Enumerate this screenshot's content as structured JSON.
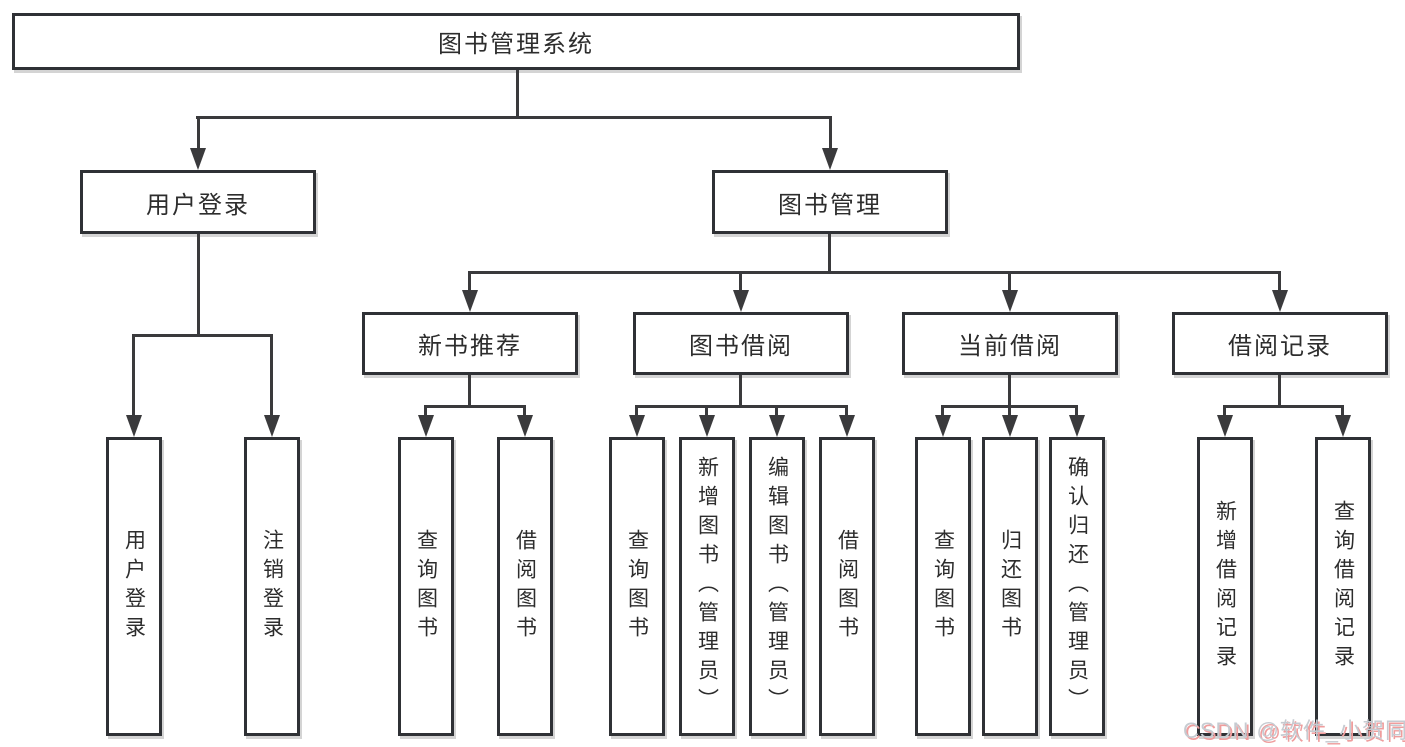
{
  "diagram_type": "hierarchy-tree",
  "root": {
    "label": "图书管理系统"
  },
  "branches": [
    {
      "label": "用户登录",
      "children": [
        {
          "label": "用户登录"
        },
        {
          "label": "注销登录"
        }
      ]
    },
    {
      "label": "图书管理",
      "children": [
        {
          "label": "新书推荐",
          "children": [
            {
              "label": "查询图书"
            },
            {
              "label": "借阅图书"
            }
          ]
        },
        {
          "label": "图书借阅",
          "children": [
            {
              "label": "查询图书"
            },
            {
              "label": "新增图书（管理员）"
            },
            {
              "label": "编辑图书（管理员）"
            },
            {
              "label": "借阅图书"
            }
          ]
        },
        {
          "label": "当前借阅",
          "children": [
            {
              "label": "查询图书"
            },
            {
              "label": "归还图书"
            },
            {
              "label": "确认归还（管理员）"
            }
          ]
        },
        {
          "label": "借阅记录",
          "children": [
            {
              "label": "新增借阅记录"
            },
            {
              "label": "查询借阅记录"
            }
          ]
        }
      ]
    }
  ],
  "watermark": {
    "text": "CSDN @软件_小贺同学"
  },
  "colors": {
    "border": "#2f3135",
    "line": "#3a3a3c",
    "text": "#2d2d2d",
    "background": "#ffffff",
    "box_shadow": "rgba(160,160,160,0.45)",
    "watermark": "#c6cbd1",
    "watermark_shadow": "#ef9d9d"
  }
}
